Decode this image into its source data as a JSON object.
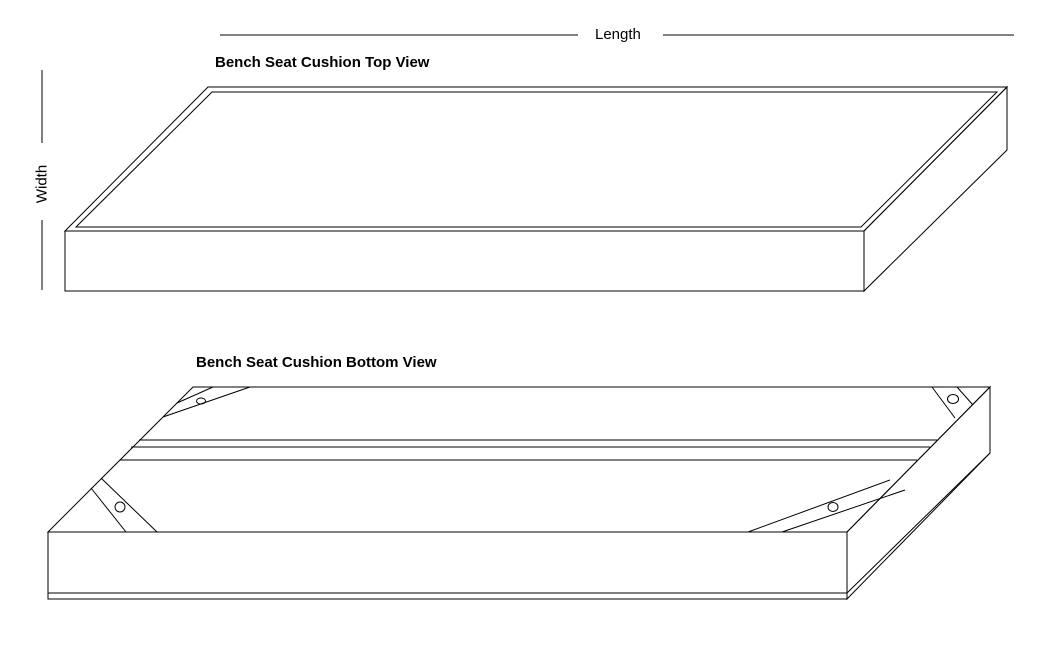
{
  "dimensions": {
    "length_label": "Length",
    "width_label": "Width"
  },
  "top_view": {
    "title": "Bench Seat Cushion Top View"
  },
  "bottom_view": {
    "title": "Bench Seat Cushion Bottom View"
  }
}
